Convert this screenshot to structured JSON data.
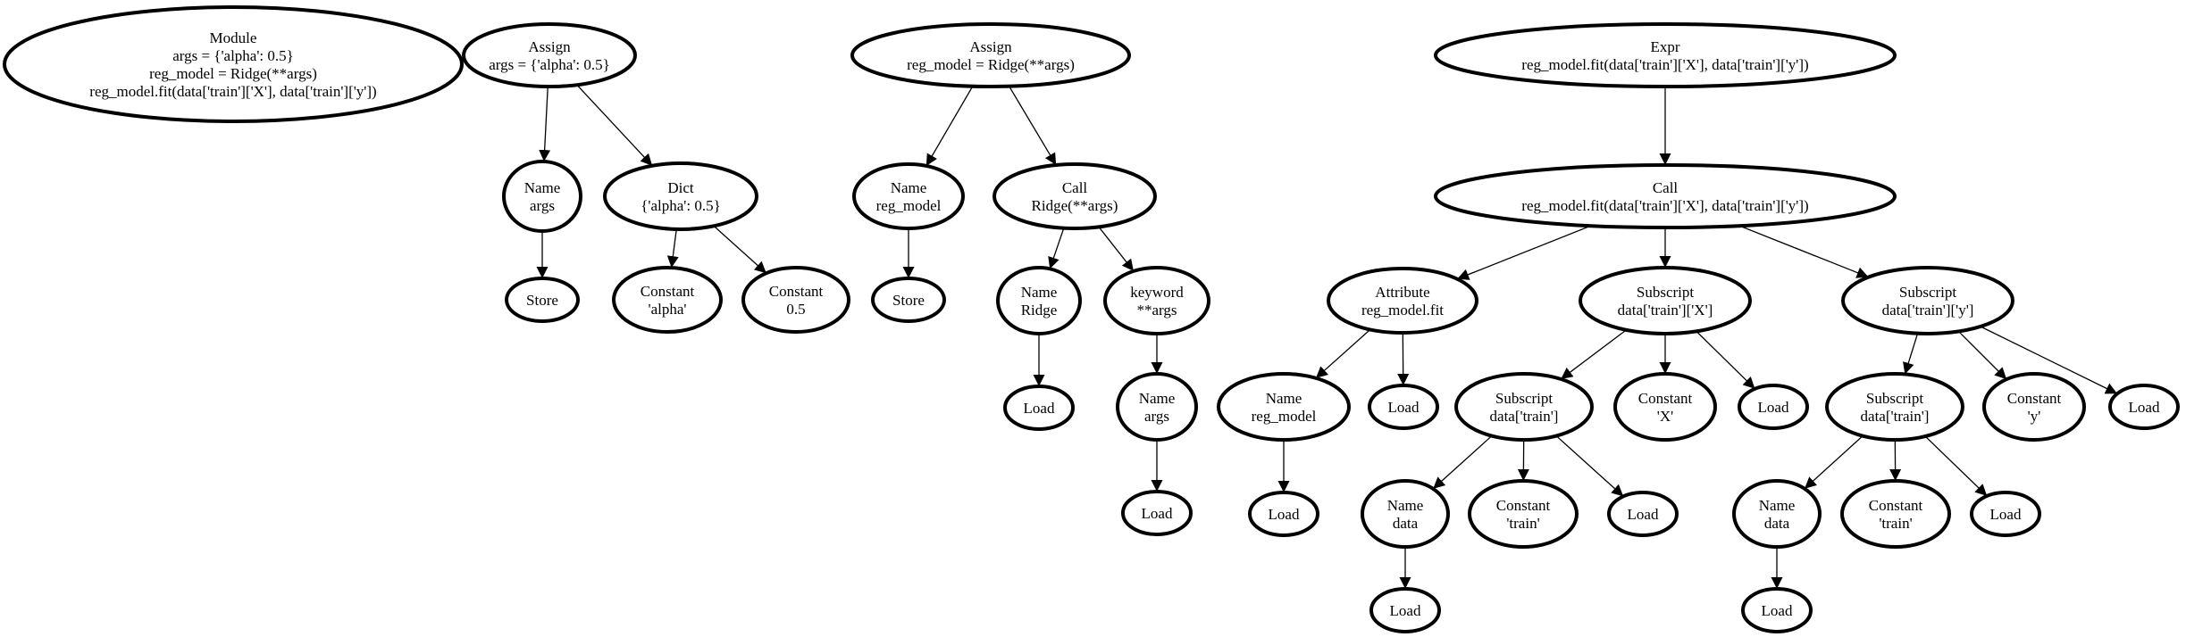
{
  "nodes": {
    "module": [
      "Module",
      "args = {'alpha': 0.5}",
      "reg_model = Ridge(**args)",
      "reg_model.fit(data['train']['X'], data['train']['y'])"
    ],
    "assign1": [
      "Assign",
      "args = {'alpha': 0.5}"
    ],
    "name_args_store": [
      "Name",
      "args"
    ],
    "store1": [
      "Store"
    ],
    "dict": [
      "Dict",
      "{'alpha': 0.5}"
    ],
    "const_alpha": [
      "Constant",
      "'alpha'"
    ],
    "const_05": [
      "Constant",
      "0.5"
    ],
    "assign2": [
      "Assign",
      "reg_model = Ridge(**args)"
    ],
    "name_regmodel_store": [
      "Name",
      "reg_model"
    ],
    "store2": [
      "Store"
    ],
    "call_ridge": [
      "Call",
      "Ridge(**args)"
    ],
    "name_ridge": [
      "Name",
      "Ridge"
    ],
    "load_ridge": [
      "Load"
    ],
    "keyword": [
      "keyword",
      "**args"
    ],
    "name_args_load": [
      "Name",
      "args"
    ],
    "load_args": [
      "Load"
    ],
    "expr": [
      "Expr",
      "reg_model.fit(data['train']['X'], data['train']['y'])"
    ],
    "call_fit": [
      "Call",
      "reg_model.fit(data['train']['X'], data['train']['y'])"
    ],
    "attr": [
      "Attribute",
      "reg_model.fit"
    ],
    "name_regmodel_load": [
      "Name",
      "reg_model"
    ],
    "load_regmodel": [
      "Load"
    ],
    "load_attr": [
      "Load"
    ],
    "sub_x": [
      "Subscript",
      "data['train']['X']"
    ],
    "sub_train_x": [
      "Subscript",
      "data['train']"
    ],
    "name_data_x": [
      "Name",
      "data"
    ],
    "load_data_x": [
      "Load"
    ],
    "const_train_x": [
      "Constant",
      "'train'"
    ],
    "load_train_x": [
      "Load"
    ],
    "const_X": [
      "Constant",
      "'X'"
    ],
    "load_sub_x": [
      "Load"
    ],
    "sub_y": [
      "Subscript",
      "data['train']['y']"
    ],
    "sub_train_y": [
      "Subscript",
      "data['train']"
    ],
    "name_data_y": [
      "Name",
      "data"
    ],
    "load_data_y": [
      "Load"
    ],
    "const_train_y": [
      "Constant",
      "'train'"
    ],
    "load_train_y": [
      "Load"
    ],
    "const_y": [
      "Constant",
      "'y'"
    ],
    "load_sub_y": [
      "Load"
    ]
  },
  "edges": [
    [
      "assign1",
      "name_args_store"
    ],
    [
      "assign1",
      "dict"
    ],
    [
      "name_args_store",
      "store1"
    ],
    [
      "dict",
      "const_alpha"
    ],
    [
      "dict",
      "const_05"
    ],
    [
      "assign2",
      "name_regmodel_store"
    ],
    [
      "assign2",
      "call_ridge"
    ],
    [
      "name_regmodel_store",
      "store2"
    ],
    [
      "call_ridge",
      "name_ridge"
    ],
    [
      "call_ridge",
      "keyword"
    ],
    [
      "name_ridge",
      "load_ridge"
    ],
    [
      "keyword",
      "name_args_load"
    ],
    [
      "name_args_load",
      "load_args"
    ],
    [
      "expr",
      "call_fit"
    ],
    [
      "call_fit",
      "attr"
    ],
    [
      "call_fit",
      "sub_x"
    ],
    [
      "call_fit",
      "sub_y"
    ],
    [
      "attr",
      "name_regmodel_load"
    ],
    [
      "attr",
      "load_attr"
    ],
    [
      "name_regmodel_load",
      "load_regmodel"
    ],
    [
      "sub_x",
      "sub_train_x"
    ],
    [
      "sub_x",
      "const_X"
    ],
    [
      "sub_x",
      "load_sub_x"
    ],
    [
      "sub_train_x",
      "name_data_x"
    ],
    [
      "sub_train_x",
      "const_train_x"
    ],
    [
      "sub_train_x",
      "load_train_x"
    ],
    [
      "name_data_x",
      "load_data_x"
    ],
    [
      "sub_y",
      "sub_train_y"
    ],
    [
      "sub_y",
      "const_y"
    ],
    [
      "sub_y",
      "load_sub_y"
    ],
    [
      "sub_train_y",
      "name_data_y"
    ],
    [
      "sub_train_y",
      "const_train_y"
    ],
    [
      "sub_train_y",
      "load_train_y"
    ],
    [
      "name_data_y",
      "load_data_y"
    ]
  ]
}
